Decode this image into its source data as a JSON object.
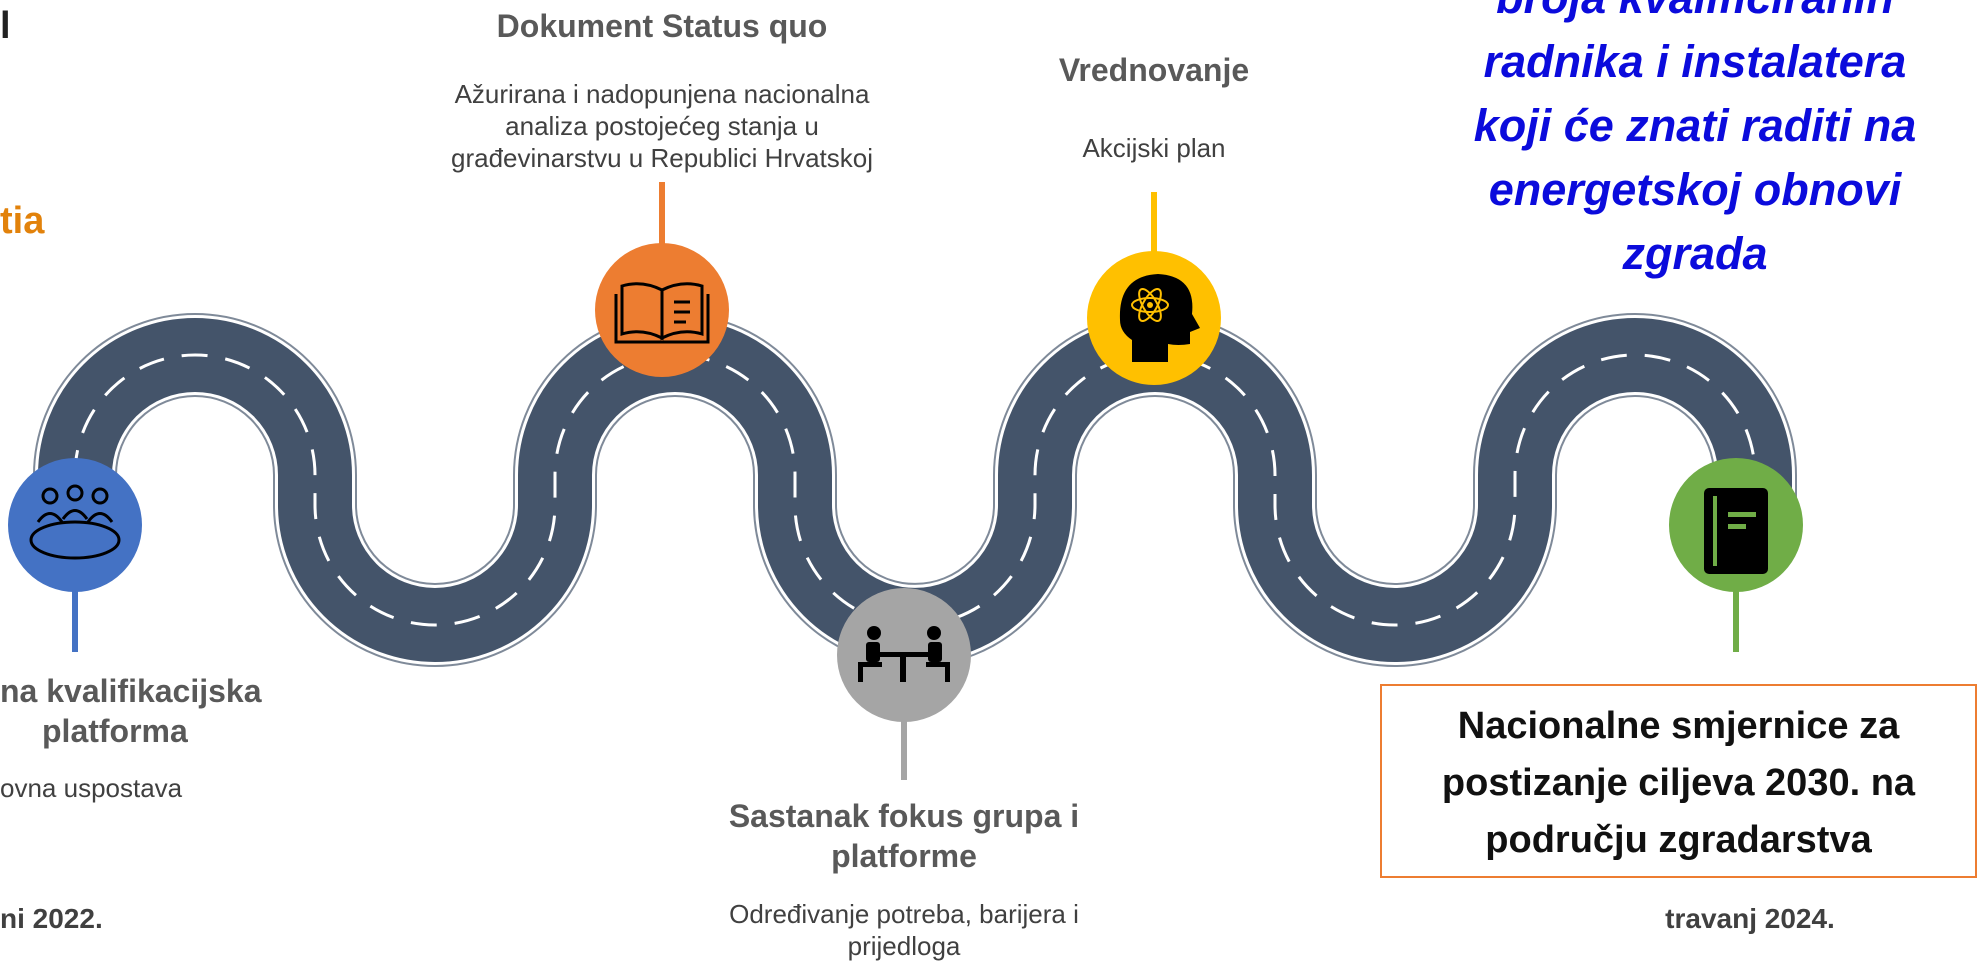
{
  "milestones": [
    {
      "id": "platform",
      "title_line1": "na kvalifikacijska",
      "title_line2": "platforma",
      "desc": "ovna uspostava",
      "date": "ni 2022.",
      "color": "#4472c4",
      "icon": "meeting-table-icon"
    },
    {
      "id": "status-quo",
      "title": "Dokument Status quo",
      "desc_lines": [
        "Ažurirana i nadopunjena nacionalna",
        "analiza postojećeg stanja u",
        "građevinarstvu u Republici Hrvatskoj"
      ],
      "color": "#ed7d31",
      "icon": "open-book-icon"
    },
    {
      "id": "focus",
      "title_line1": "Sastanak fokus grupa i",
      "title_line2": "platforme",
      "desc_lines": [
        "Određivanje potreba, barijera i",
        "prijedloga"
      ],
      "color": "#a5a5a5",
      "icon": "meeting-people-icon"
    },
    {
      "id": "evaluation",
      "title": "Vrednovanje",
      "desc": "Akcijski plan",
      "color": "#ffc000",
      "icon": "head-atom-icon"
    },
    {
      "id": "guidelines",
      "box_lines": [
        "Nacionalne smjernice za",
        "postizanje ciljeva 2030. na",
        "području zgradarstva"
      ],
      "date": "travanj 2024.",
      "color": "#70ad47",
      "icon": "notebook-icon"
    }
  ],
  "goal_text_lines": [
    "broja kvalificiranih",
    "radnika i instalatera",
    "koji će znati raditi na",
    "energetskoj obnovi",
    "zgrada"
  ],
  "left_fragments": {
    "top": "l",
    "orange": "tia"
  },
  "colors": {
    "road": "#44546a",
    "goal_text": "#0b0bdc",
    "accent_orange": "#e2820b"
  }
}
